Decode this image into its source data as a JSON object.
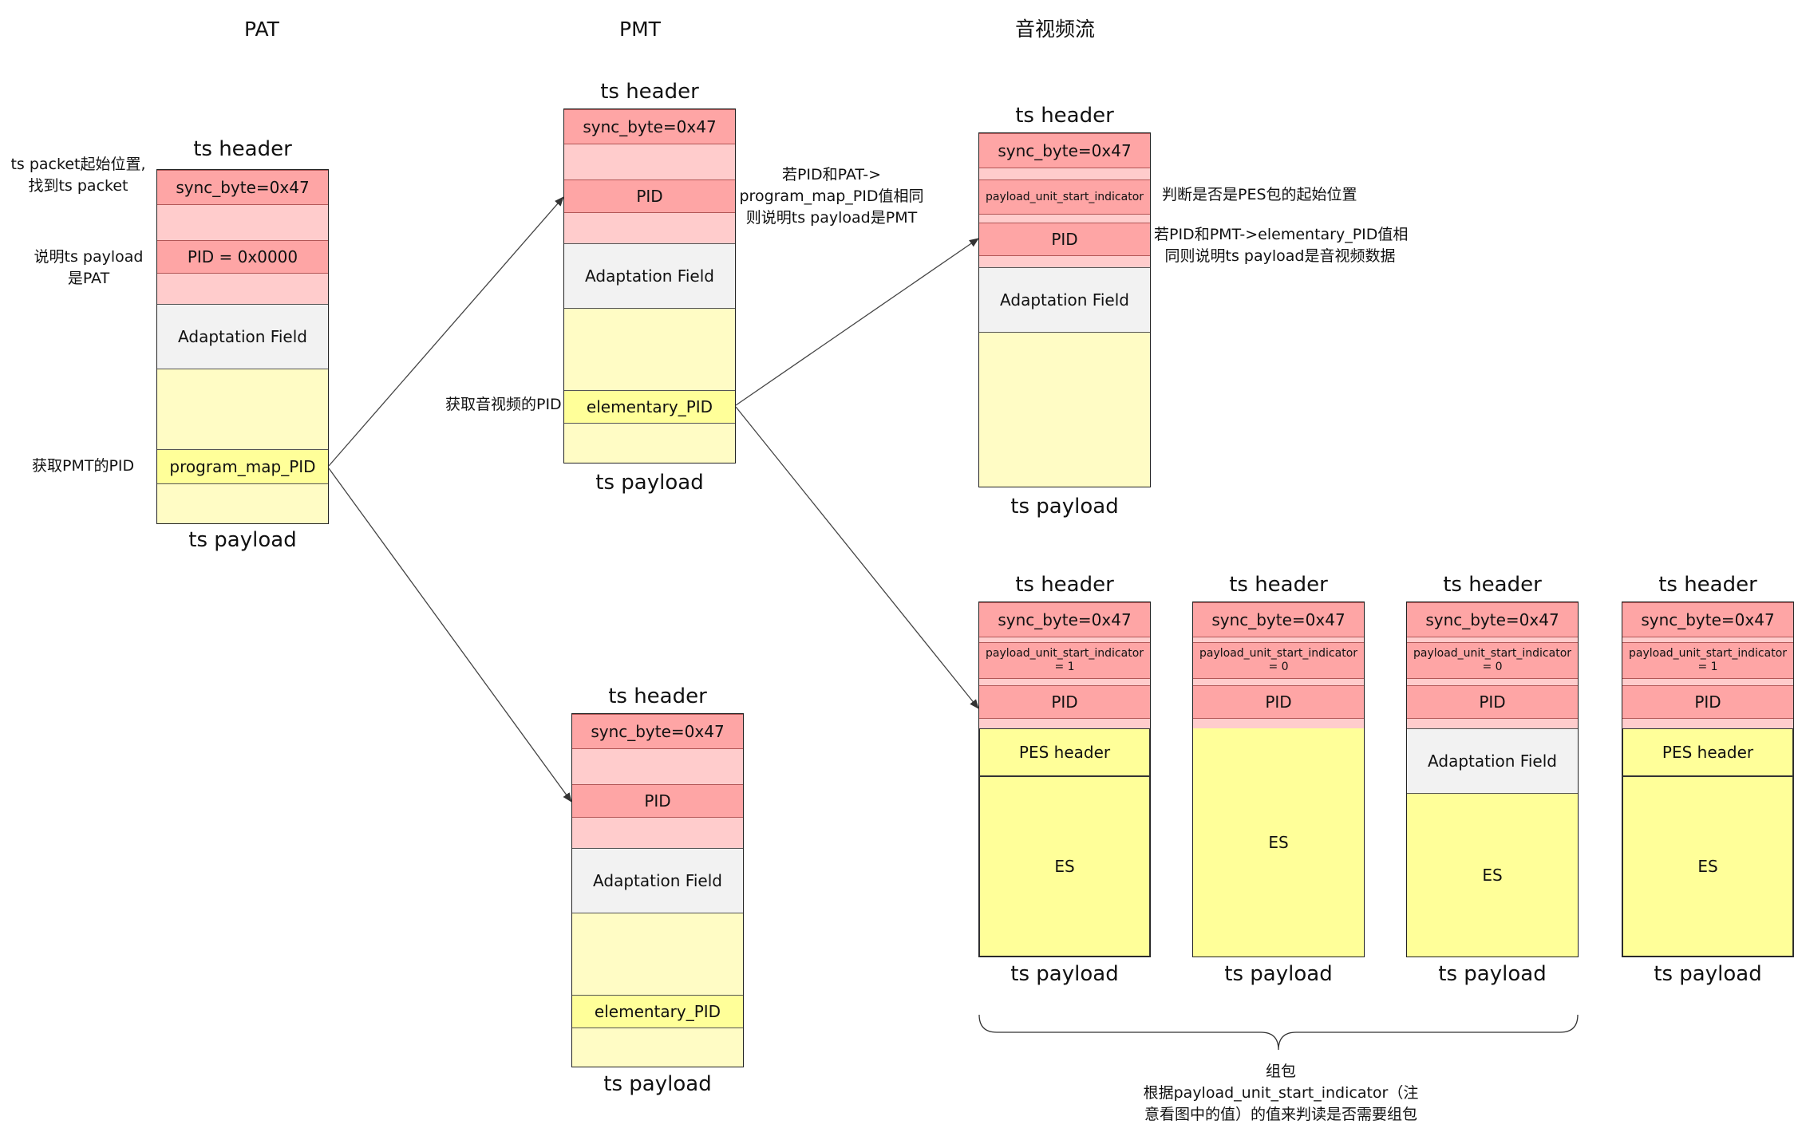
{
  "columns": {
    "pat": "PAT",
    "pmt": "PMT",
    "av": "音视频流"
  },
  "labels": {
    "ts_header": "ts header",
    "ts_payload": "ts payload"
  },
  "fields": {
    "sync": "sync_byte=0x47",
    "pid": "PID",
    "pid_zero": "PID = 0x0000",
    "adaptation": "Adaptation Field",
    "program_map_pid": "program_map_PID",
    "elementary_pid": "elementary_PID",
    "pusi": "payload_unit_start_indicator",
    "pusi_1": "payload_unit_start_indicator",
    "pusi_1_val": "= 1",
    "pusi_0_val": "= 0",
    "pes_header": "PES header",
    "es": "ES"
  },
  "notes": {
    "sync_line1": "ts packet起始位置,",
    "sync_line2": "找到ts packet",
    "pat_line1": "说明ts payload",
    "pat_line2": "是PAT",
    "get_pmt": "获取PMT的PID",
    "pmt_line1": "若PID和PAT->",
    "pmt_line2": "program_map_PID值相同",
    "pmt_line3": "则说明ts payload是PMT",
    "get_av": "获取音视频的PID",
    "pes_start": "判断是否是PES包的起始位置",
    "av_line1": "若PID和PMT->elementary_PID值相",
    "av_line2": "同则说明ts payload是音视频数据",
    "group_line1": "组包",
    "group_line2": "根据payload_unit_start_indicator（注",
    "group_line3": "意看图中的值）的值来判读是否需要组包"
  }
}
